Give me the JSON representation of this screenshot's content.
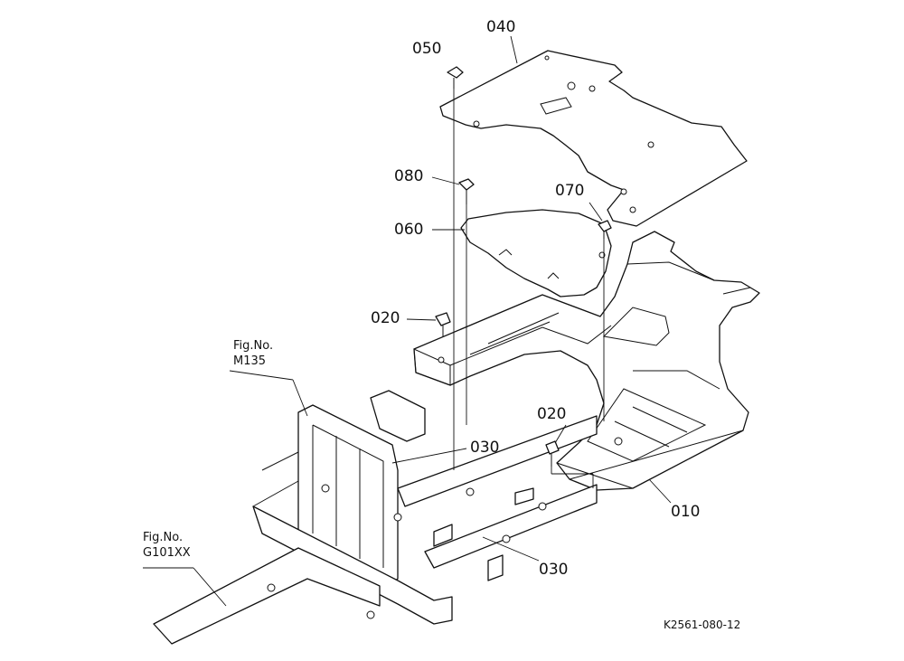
{
  "parts": [
    {
      "id": "010",
      "label": "010"
    },
    {
      "id": "020a",
      "label": "020"
    },
    {
      "id": "020b",
      "label": "020"
    },
    {
      "id": "030a",
      "label": "030"
    },
    {
      "id": "030b",
      "label": "030"
    },
    {
      "id": "040",
      "label": "040"
    },
    {
      "id": "050",
      "label": "050"
    },
    {
      "id": "060",
      "label": "060"
    },
    {
      "id": "070",
      "label": "070"
    },
    {
      "id": "080",
      "label": "080"
    }
  ],
  "figure_refs": [
    {
      "line1": "Fig.No.",
      "line2": "M135"
    },
    {
      "line1": "Fig.No.",
      "line2": "G101XX"
    }
  ],
  "drawing_code": "K2561-080-12"
}
